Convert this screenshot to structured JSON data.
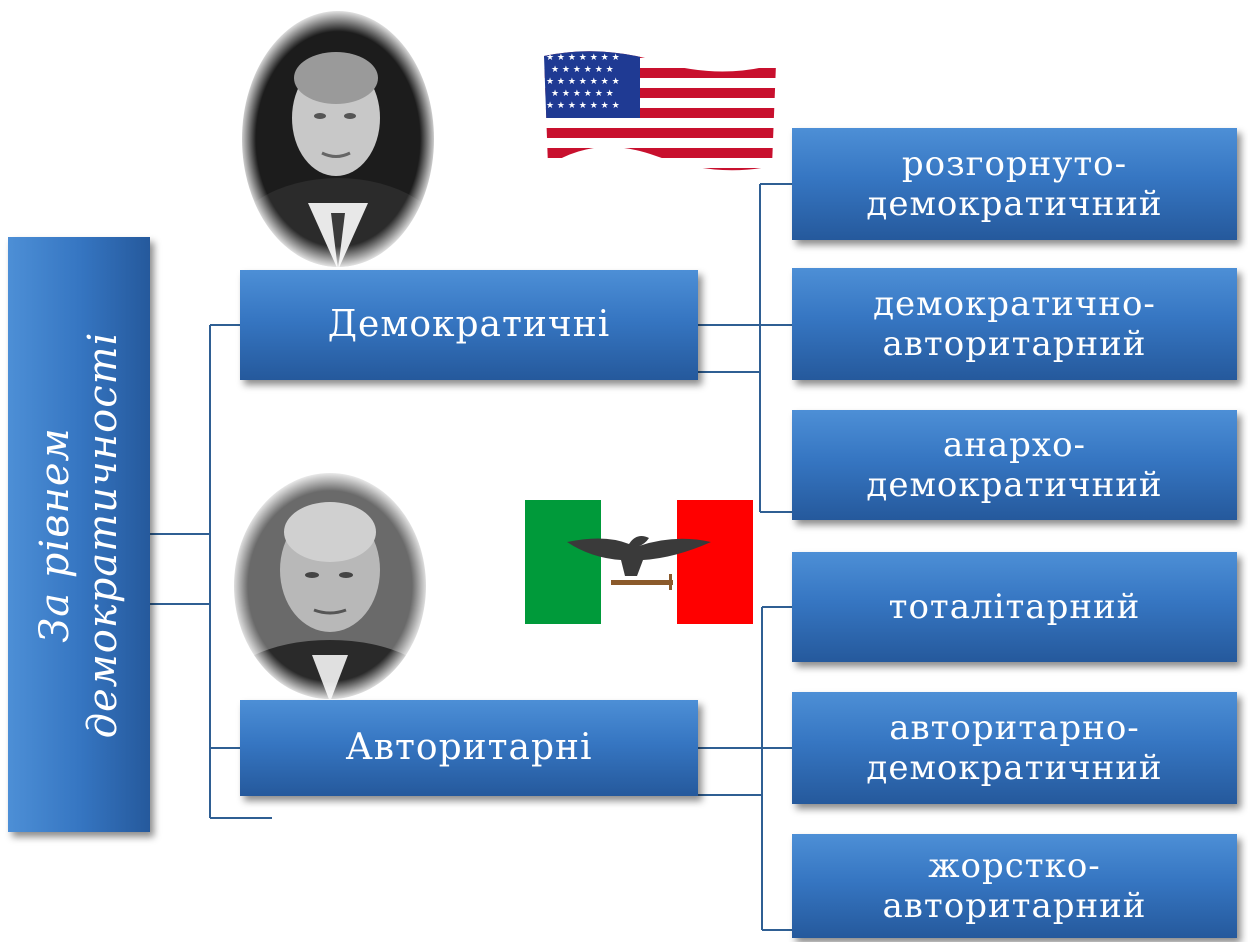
{
  "root": {
    "line1": "За рівнем",
    "line2": "демократичності"
  },
  "categories": [
    {
      "label": "Демократичні"
    },
    {
      "label": "Авторитарні"
    }
  ],
  "subtypes": [
    {
      "line1": "розгорнуто-",
      "line2": "демократичний"
    },
    {
      "line1": "демократично-",
      "line2": "авторитарний"
    },
    {
      "line1": "анархо-",
      "line2": "демократичний"
    },
    {
      "line1": "тоталітарний",
      "line2": ""
    },
    {
      "line1": "авторитарно-",
      "line2": "демократичний"
    },
    {
      "line1": "жорстко-",
      "line2": "авторитарний"
    }
  ],
  "colors": {
    "box_top": "#4d8fd6",
    "box_bottom": "#25599c",
    "connector": "#2f5f93",
    "italy_green": "#009a3a",
    "italy_red": "#ff0000"
  },
  "images": {
    "portrait_top": "portrait-photo",
    "portrait_bottom": "portrait-photo",
    "flag_top": "usa-flag",
    "flag_bottom": "italy-flag-with-eagle"
  }
}
